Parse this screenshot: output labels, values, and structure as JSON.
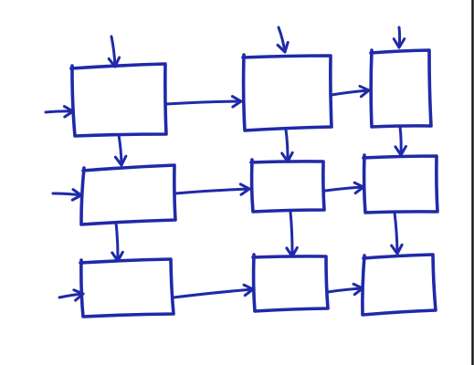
{
  "page": {
    "paper_color": "#ffffff",
    "edge_color": "#1a1a1a",
    "ink_color": "#1f2aa8"
  },
  "diagram": {
    "type": "hand-drawn block grid",
    "grid": {
      "rows": 3,
      "cols": 3
    },
    "blocks": [
      {
        "id": "r1c1",
        "row": 1,
        "col": 1
      },
      {
        "id": "r1c2",
        "row": 1,
        "col": 2
      },
      {
        "id": "r1c3",
        "row": 1,
        "col": 3
      },
      {
        "id": "r2c1",
        "row": 2,
        "col": 1
      },
      {
        "id": "r2c2",
        "row": 2,
        "col": 2
      },
      {
        "id": "r2c3",
        "row": 2,
        "col": 3
      },
      {
        "id": "r3c1",
        "row": 3,
        "col": 1
      },
      {
        "id": "r3c2",
        "row": 3,
        "col": 2
      },
      {
        "id": "r3c3",
        "row": 3,
        "col": 3
      }
    ],
    "connections": [
      {
        "from": "external-top",
        "to": "r1c1"
      },
      {
        "from": "external-top",
        "to": "r1c2"
      },
      {
        "from": "external-top",
        "to": "r1c3"
      },
      {
        "from": "external-left",
        "to": "r1c1"
      },
      {
        "from": "external-left",
        "to": "r2c1"
      },
      {
        "from": "external-left",
        "to": "r3c1"
      },
      {
        "from": "r1c1",
        "to": "r1c2"
      },
      {
        "from": "r1c2",
        "to": "r1c3"
      },
      {
        "from": "r2c1",
        "to": "r2c2"
      },
      {
        "from": "r2c2",
        "to": "r2c3"
      },
      {
        "from": "r3c1",
        "to": "r3c2"
      },
      {
        "from": "r3c2",
        "to": "r3c3"
      },
      {
        "from": "r1c1",
        "to": "r2c1"
      },
      {
        "from": "r2c1",
        "to": "r3c1"
      },
      {
        "from": "r1c2",
        "to": "r2c2"
      },
      {
        "from": "r2c2",
        "to": "r3c2"
      },
      {
        "from": "r1c3",
        "to": "r2c3"
      },
      {
        "from": "r2c3",
        "to": "r3c3"
      }
    ]
  }
}
